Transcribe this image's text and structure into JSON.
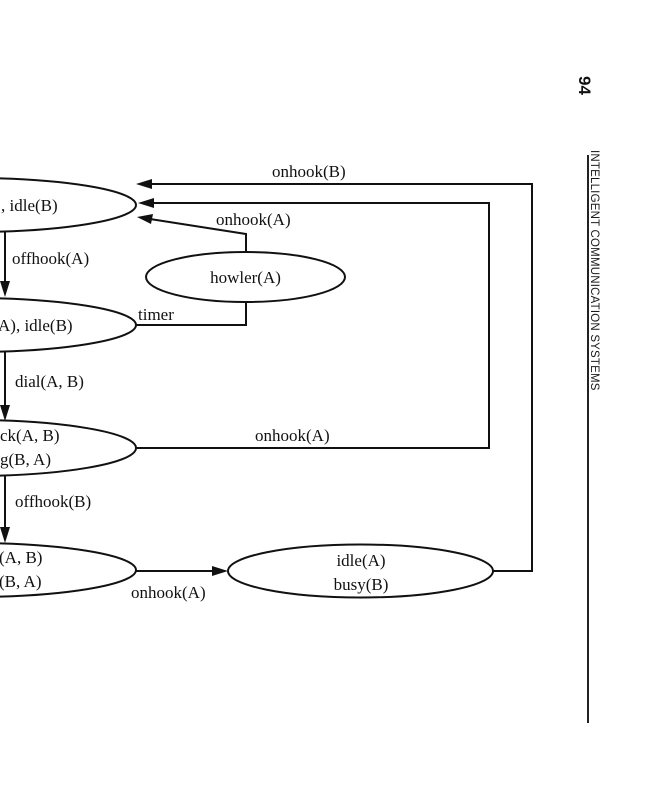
{
  "page": {
    "page_number": "94",
    "running_head": "INTELLIGENT COMMUNICATION SYSTEMS"
  },
  "diagram": {
    "title": "",
    "states": [
      {
        "id": "s1",
        "visible_lines": [
          ", idle(B)"
        ]
      },
      {
        "id": "s2",
        "visible_lines": [
          "A), idle(B)"
        ]
      },
      {
        "id": "s3",
        "visible_lines": [
          "ck(A, B)",
          "g(B, A)"
        ]
      },
      {
        "id": "s4",
        "visible_lines": [
          "(A, B)",
          "(B, A)"
        ]
      },
      {
        "id": "howler",
        "visible_lines": [
          "howler(A)"
        ]
      },
      {
        "id": "idle_busy",
        "visible_lines": [
          "idle(A)",
          "busy(B)"
        ]
      }
    ],
    "transitions": [
      {
        "id": "t1",
        "from": "s1",
        "to": "s2",
        "label": "offhook(A)"
      },
      {
        "id": "t2",
        "from": "s2",
        "to": "s3",
        "label": "dial(A, B)"
      },
      {
        "id": "t3",
        "from": "s3",
        "to": "s4",
        "label": "offhook(B)"
      },
      {
        "id": "t4",
        "from": "s4",
        "to": "idle_busy",
        "label": "onhook(A)"
      },
      {
        "id": "t5",
        "from": "idle_busy",
        "to": "s1",
        "label": "onhook(B)"
      },
      {
        "id": "t6",
        "from": "s3",
        "to": "s1",
        "label": "onhook(A)"
      },
      {
        "id": "t7",
        "from": "howler",
        "to": "s1",
        "label": "onhook(A)"
      },
      {
        "id": "t8",
        "from": "s2",
        "to": "howler",
        "label": "timer"
      }
    ]
  }
}
